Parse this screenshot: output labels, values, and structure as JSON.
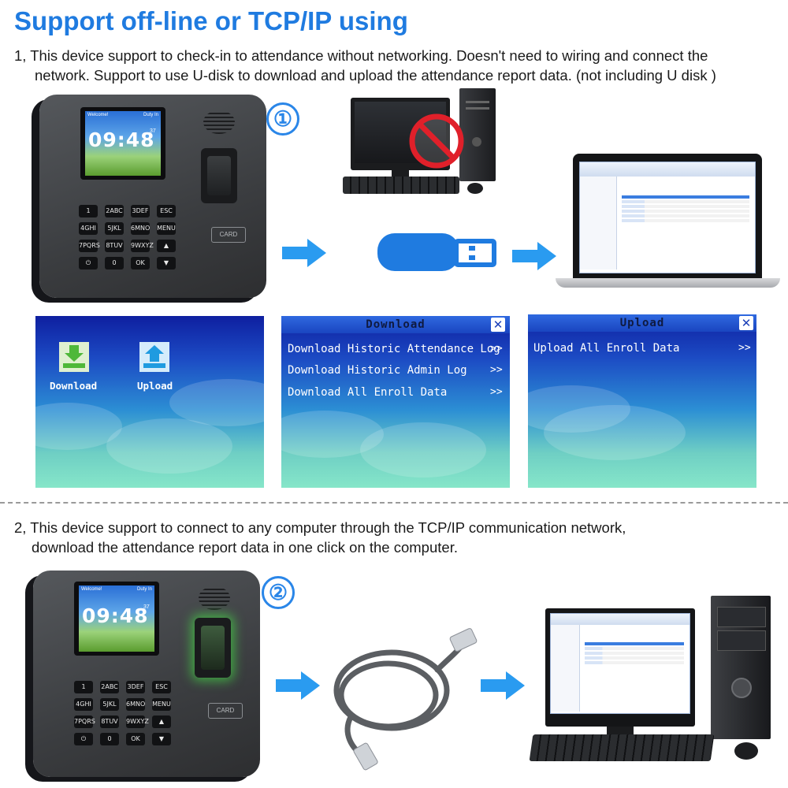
{
  "title": "Support off-line or TCP/IP using",
  "section1": {
    "line1": "1, This device support to check-in to attendance without networking. Doesn't need to wiring and connect the",
    "line2": "network. Support to use U-disk to download and upload the attendance report data. (not including U disk )",
    "badge": "①"
  },
  "section2": {
    "line1": "2, This device support to connect to any computer through the TCP/IP communication network,",
    "line2": "download the attendance report data in one click on the computer.",
    "badge": "②"
  },
  "device": {
    "welcome": "Welcome!",
    "time": "09:48",
    "seconds": "37",
    "duty": "Duty In",
    "card_label": "CARD",
    "keys": [
      "1",
      "2ABC",
      "3DEF",
      "ESC",
      "4GHI",
      "5JKL",
      "6MNO",
      "MENU",
      "7PQRS",
      "8TUV",
      "9WXYZ",
      "▲",
      "⏻",
      "0",
      "OK",
      "▼"
    ]
  },
  "screens": {
    "main": {
      "download_label": "Download",
      "upload_label": "Upload"
    },
    "download": {
      "title": "Download",
      "close": "✕",
      "items": [
        "Download Historic Attendance Log",
        "Download Historic Admin Log",
        "Download All Enroll Data"
      ],
      "arrow": ">>"
    },
    "upload": {
      "title": "Upload",
      "close": "✕",
      "items": [
        "Upload All Enroll Data"
      ],
      "arrow": ">>"
    }
  },
  "colors": {
    "title": "#1f7be0",
    "arrow": "#2a9bf0",
    "badge": "#2a86e8",
    "usb": "#1f7be0"
  },
  "icons": [
    "arrow-right-icon",
    "usb-drive-icon",
    "ethernet-cable-icon",
    "no-sign-icon",
    "download-tray-icon",
    "upload-tray-icon"
  ]
}
